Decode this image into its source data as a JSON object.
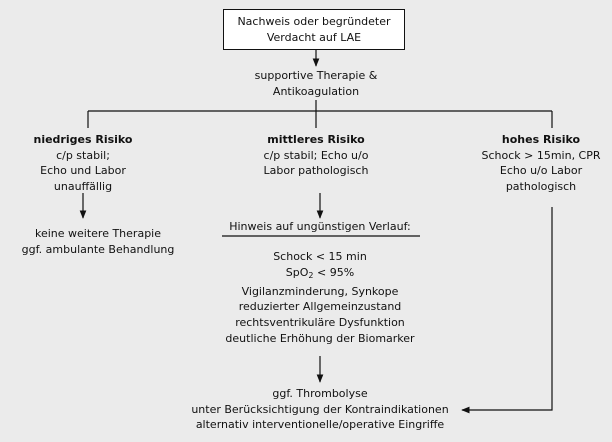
{
  "start": {
    "line1": "Nachweis oder begründeter",
    "line2": "Verdacht auf LAE"
  },
  "supportive": {
    "line1": "supportive Therapie &",
    "line2": "Antikoagulation"
  },
  "low": {
    "title": "niedriges Risiko",
    "line1": "c/p stabil;",
    "line2": "Echo und Labor",
    "line3": "unauffällig",
    "result1": "keine weitere Therapie",
    "result2": "ggf. ambulante Behandlung"
  },
  "mid": {
    "title": "mittleres Risiko",
    "line1": "c/p stabil; Echo u/o",
    "line2": "Labor pathologisch",
    "hint_title": "Hinweis auf ungünstigen Verlauf:",
    "hints": [
      "Schock < 15 min",
      "SpO",
      "2",
      " < 95%",
      "Vigilanzminderung, Synkope",
      "reduzierter Allgemeinzustand",
      "rechtsventrikuläre Dysfunktion",
      "deutliche Erhöhung der Biomarker"
    ]
  },
  "high": {
    "title": "hohes Risiko",
    "line1": "Schock > 15min, CPR",
    "line2": "Echo u/o Labor",
    "line3": "pathologisch"
  },
  "final": {
    "line1": "ggf. Thrombolyse",
    "line2": "unter Berücksichtigung der Kontraindikationen",
    "line3": "alternativ interventionelle/operative Eingriffe"
  }
}
